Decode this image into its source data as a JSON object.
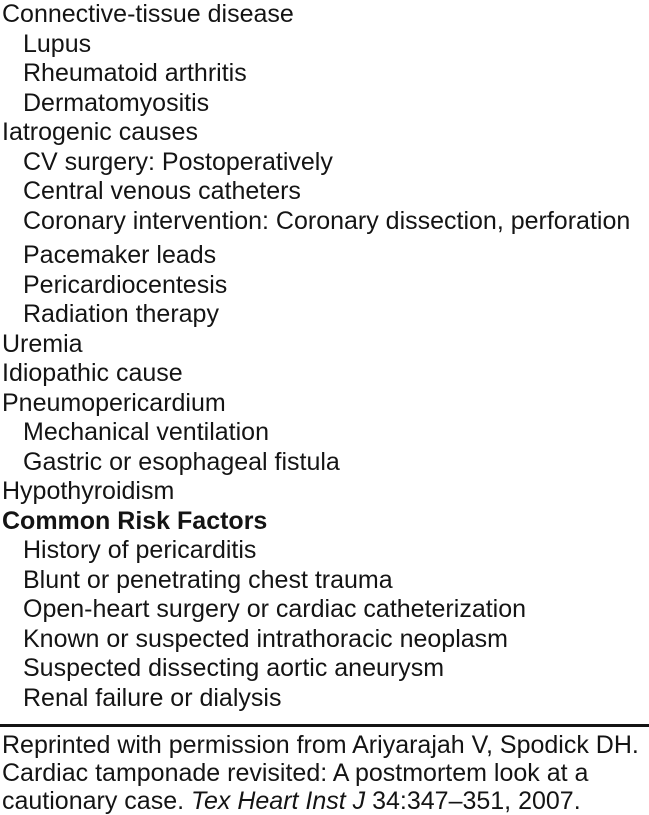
{
  "colors": {
    "background": "#ffffff",
    "text": "#141414",
    "rule": "#141414"
  },
  "table": {
    "items": [
      {
        "text": "Connective-tissue disease",
        "indent": 0,
        "bold": false
      },
      {
        "text": "Lupus",
        "indent": 1,
        "bold": false
      },
      {
        "text": "Rheumatoid arthritis",
        "indent": 1,
        "bold": false
      },
      {
        "text": "Dermatomyositis",
        "indent": 1,
        "bold": false
      },
      {
        "text": "Iatrogenic causes",
        "indent": 0,
        "bold": false
      },
      {
        "text": "CV surgery: Postoperatively",
        "indent": 1,
        "bold": false
      },
      {
        "text": "Central venous catheters",
        "indent": 1,
        "bold": false
      },
      {
        "text": "Coronary intervention: Coronary dissection, perforation",
        "indent": 1,
        "bold": false
      },
      {
        "text": "Pacemaker leads",
        "indent": 1,
        "bold": false
      },
      {
        "text": "Pericardiocentesis",
        "indent": 1,
        "bold": false
      },
      {
        "text": "Radiation therapy",
        "indent": 1,
        "bold": false
      },
      {
        "text": "Uremia",
        "indent": 0,
        "bold": false
      },
      {
        "text": "Idiopathic cause",
        "indent": 0,
        "bold": false
      },
      {
        "text": "Pneumopericardium",
        "indent": 0,
        "bold": false
      },
      {
        "text": "Mechanical ventilation",
        "indent": 1,
        "bold": false
      },
      {
        "text": "Gastric or esophageal fistula",
        "indent": 1,
        "bold": false
      },
      {
        "text": "Hypothyroidism",
        "indent": 0,
        "bold": false
      },
      {
        "text": "Common Risk Factors",
        "indent": 0,
        "bold": true
      },
      {
        "text": "History of pericarditis",
        "indent": 1,
        "bold": false
      },
      {
        "text": "Blunt or penetrating chest trauma",
        "indent": 1,
        "bold": false
      },
      {
        "text": "Open-heart surgery or cardiac catheterization",
        "indent": 1,
        "bold": false
      },
      {
        "text": "Known or suspected intrathoracic neoplasm",
        "indent": 1,
        "bold": false
      },
      {
        "text": "Suspected dissecting aortic aneurysm",
        "indent": 1,
        "bold": false
      },
      {
        "text": "Renal failure or dialysis",
        "indent": 1,
        "bold": false
      }
    ]
  },
  "footnote": {
    "lines": [
      [
        {
          "text": "Reprinted with permission from Ariyarajah V, Spodick DH.",
          "italic": false
        }
      ],
      [
        {
          "text": "Cardiac tamponade revisited: A postmortem look at a",
          "italic": false
        }
      ],
      [
        {
          "text": "cautionary case. ",
          "italic": false
        },
        {
          "text": "Tex Heart Inst J",
          "italic": true
        },
        {
          "text": " 34:347–351, 2007.",
          "italic": false
        }
      ]
    ]
  }
}
